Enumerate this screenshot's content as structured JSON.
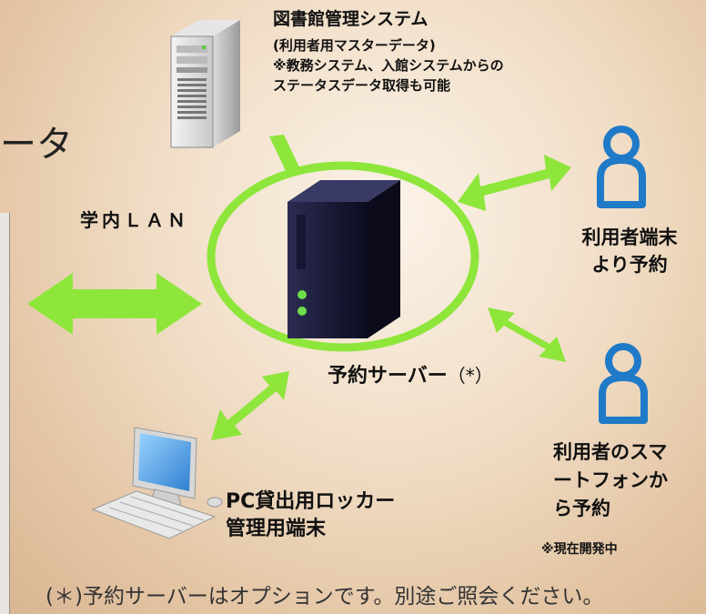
{
  "server": {
    "title": "図書館管理システム",
    "sub1": "(利用者用マスターデータ)",
    "sub2": "※教務システム、入館システムからの",
    "sub3": "ステータスデータ取得も可能"
  },
  "partial_text": "ータ",
  "lan_label": "学内ＬＡＮ",
  "user_terminal": [
    "利用者端末",
    "より予約"
  ],
  "smartphone": [
    "利用者のスマ",
    "ートフォンか",
    "ら予約"
  ],
  "dev_note": "※現在開発中",
  "pc_terminal": [
    "PC貸出用ロッカー",
    "管理用端末"
  ],
  "reservation": {
    "label": "予約サーバー",
    "mark": "（*）"
  },
  "footnote": "(＊)予約サーバーはオプションです。別途ご照会ください。",
  "colors": {
    "arrow": "#8ee63b",
    "ring": "#8ee63b",
    "user_icon": "#1f7ac8",
    "server_dark": "#1a1a3a"
  },
  "icons": [
    "server-tower-icon",
    "reservation-server-icon",
    "user-icon",
    "pc-terminal-icon"
  ]
}
